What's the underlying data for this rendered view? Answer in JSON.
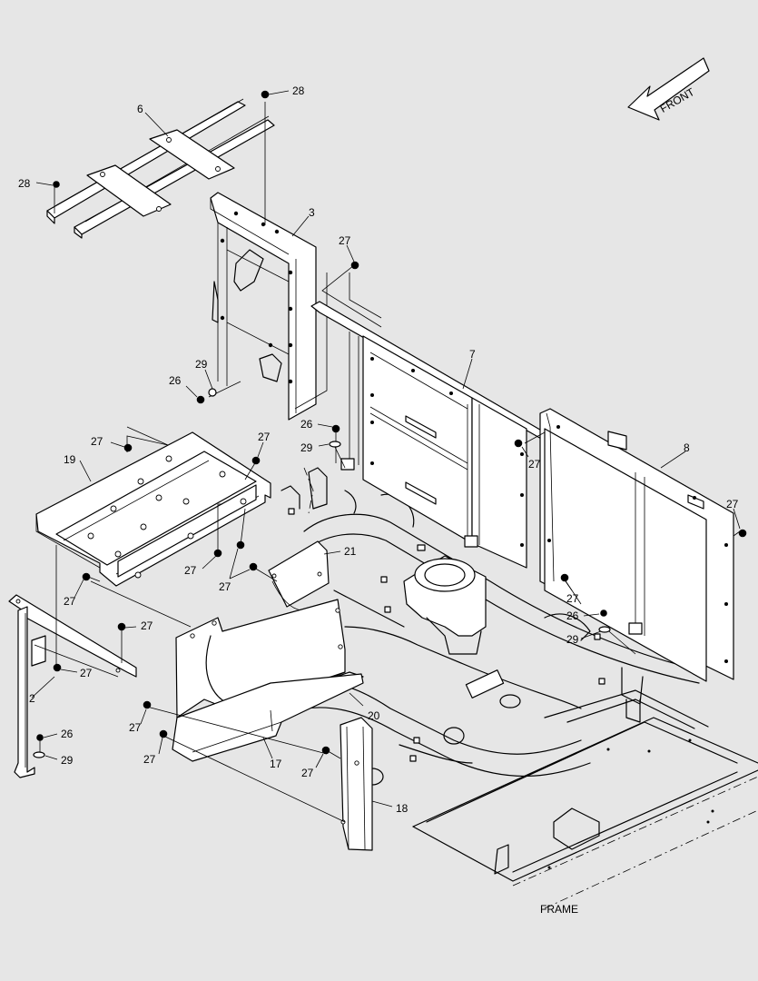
{
  "direction_label": "FRONT",
  "caption": "FRAME",
  "callouts": {
    "c28a": "28",
    "c28b": "28",
    "c6": "6",
    "c3": "3",
    "c27a": "27",
    "c7": "7",
    "c8": "8",
    "c27b": "27",
    "c29a": "29",
    "c26a": "26",
    "c26b": "26",
    "c29b": "29",
    "c27c": "27",
    "c27d": "27",
    "c19": "19",
    "c27e": "27",
    "c21": "21",
    "c27f": "27",
    "c27g": "27",
    "c27h": "27",
    "c27i": "27",
    "c26c": "26",
    "c29c": "29",
    "c27j": "27",
    "c2": "2",
    "c27k": "27",
    "c26d": "26",
    "c29d": "29",
    "c20": "20",
    "c27l": "27",
    "c27m": "27",
    "c17": "17",
    "c27n": "27",
    "c18": "18"
  }
}
